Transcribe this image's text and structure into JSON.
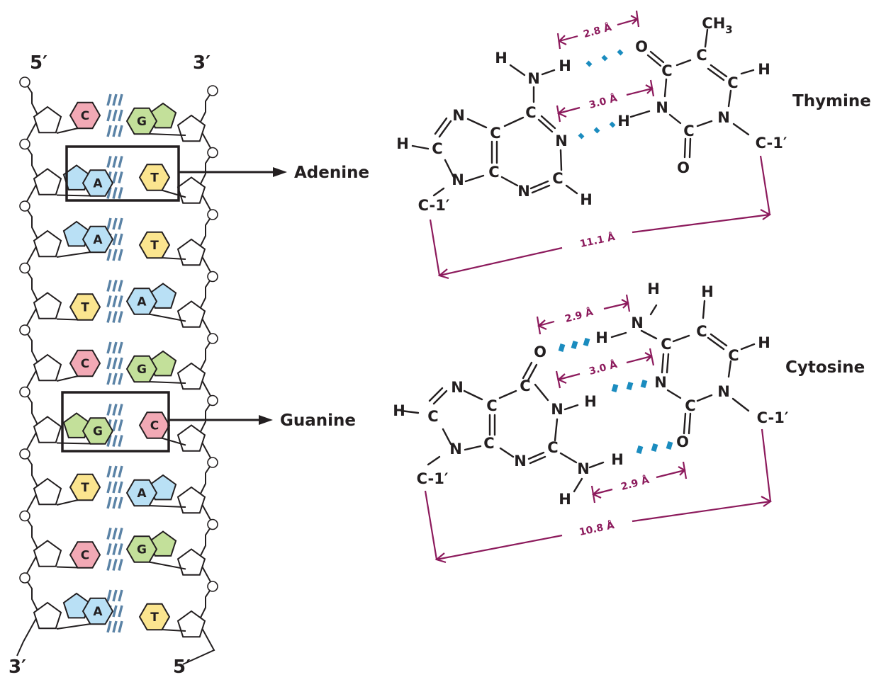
{
  "figure": {
    "helix": {
      "strand_ends": {
        "top_left": "5′",
        "top_right": "3′",
        "bottom_left": "3′",
        "bottom_right": "5′"
      },
      "base_pairs": [
        {
          "left": "C",
          "right": "G"
        },
        {
          "left": "A",
          "right": "T",
          "highlighted": true,
          "callout": "Adenine"
        },
        {
          "left": "A",
          "right": "T"
        },
        {
          "left": "T",
          "right": "A"
        },
        {
          "left": "C",
          "right": "G"
        },
        {
          "left": "G",
          "right": "C",
          "highlighted": true,
          "callout": "Guanine"
        },
        {
          "left": "T",
          "right": "A"
        },
        {
          "left": "C",
          "right": "G"
        },
        {
          "left": "A",
          "right": "T"
        }
      ],
      "base_colors": {
        "A": "#b9e0f5",
        "T": "#fbe58f",
        "C": "#f2a9b5",
        "G": "#c3e09a"
      }
    },
    "callouts": {
      "adenine": "Adenine",
      "guanine": "Guanine"
    },
    "at_pair": {
      "partner_name": "Thymine",
      "hbond_distances": [
        "2.8 Å",
        "3.0 Å"
      ],
      "c1_distance": "11.1 Å",
      "atoms": {
        "ch3": "CH",
        "ch3_sub": "3",
        "c1": "C-1′"
      }
    },
    "gc_pair": {
      "partner_name": "Cytosine",
      "hbond_distances": [
        "2.9 Å",
        "3.0 Å",
        "2.9 Å"
      ],
      "c1_distance": "10.8 Å",
      "atoms": {
        "c1": "C-1′"
      }
    },
    "colors": {
      "distance": "#8c1a5c",
      "hbond": "#1b8cbf",
      "helix_hbond": "#5b83a6"
    }
  }
}
